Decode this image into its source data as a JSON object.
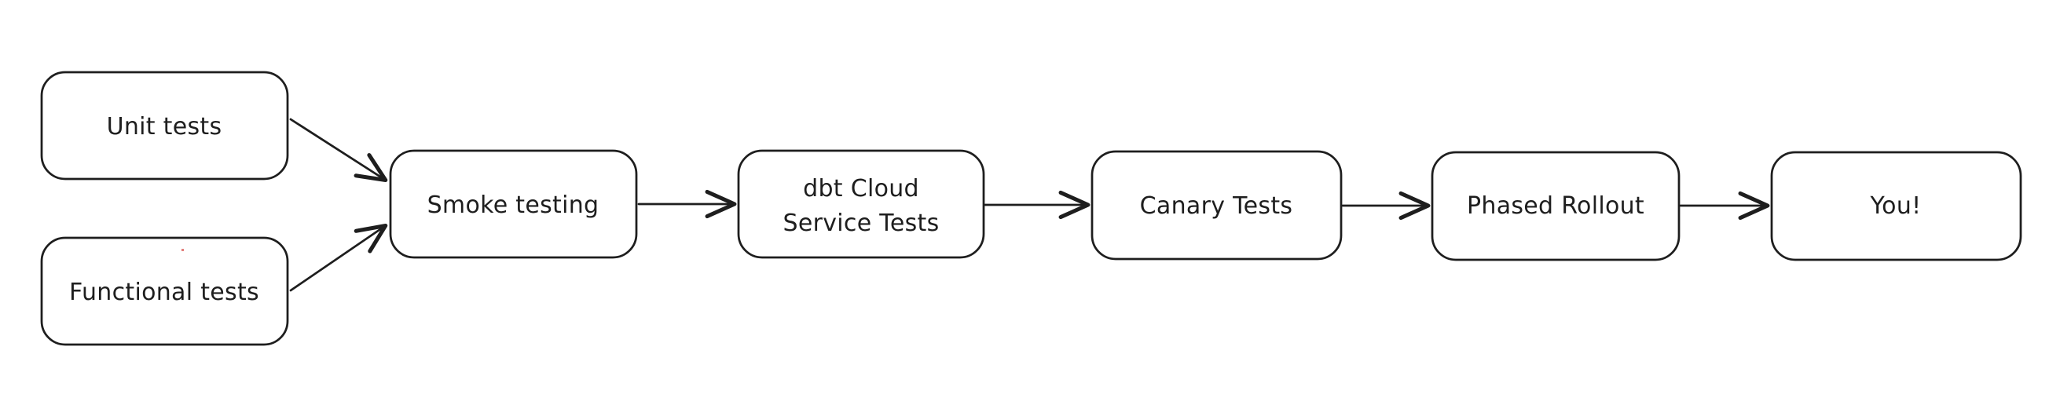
{
  "canvas": {
    "background": "#ffffff",
    "stroke_color": "#1e1e1e",
    "node_fill_color": "#ffffff",
    "stray_dot_color": "#d9534f"
  },
  "diagram": {
    "type": "flowchart",
    "nodes": [
      {
        "id": "unit-tests",
        "label": "Unit tests"
      },
      {
        "id": "functional-tests",
        "label": "Functional tests"
      },
      {
        "id": "smoke-testing",
        "label": "Smoke testing"
      },
      {
        "id": "dbt-cloud-service-tests",
        "label": "dbt Cloud Service Tests",
        "line1": "dbt Cloud",
        "line2": "Service Tests"
      },
      {
        "id": "canary-tests",
        "label": "Canary Tests"
      },
      {
        "id": "phased-rollout",
        "label": "Phased Rollout"
      },
      {
        "id": "you",
        "label": "You!"
      }
    ],
    "edges": [
      {
        "from": "unit-tests",
        "to": "smoke-testing"
      },
      {
        "from": "functional-tests",
        "to": "smoke-testing"
      },
      {
        "from": "smoke-testing",
        "to": "dbt-cloud-service-tests"
      },
      {
        "from": "dbt-cloud-service-tests",
        "to": "canary-tests"
      },
      {
        "from": "canary-tests",
        "to": "phased-rollout"
      },
      {
        "from": "phased-rollout",
        "to": "you"
      }
    ]
  }
}
